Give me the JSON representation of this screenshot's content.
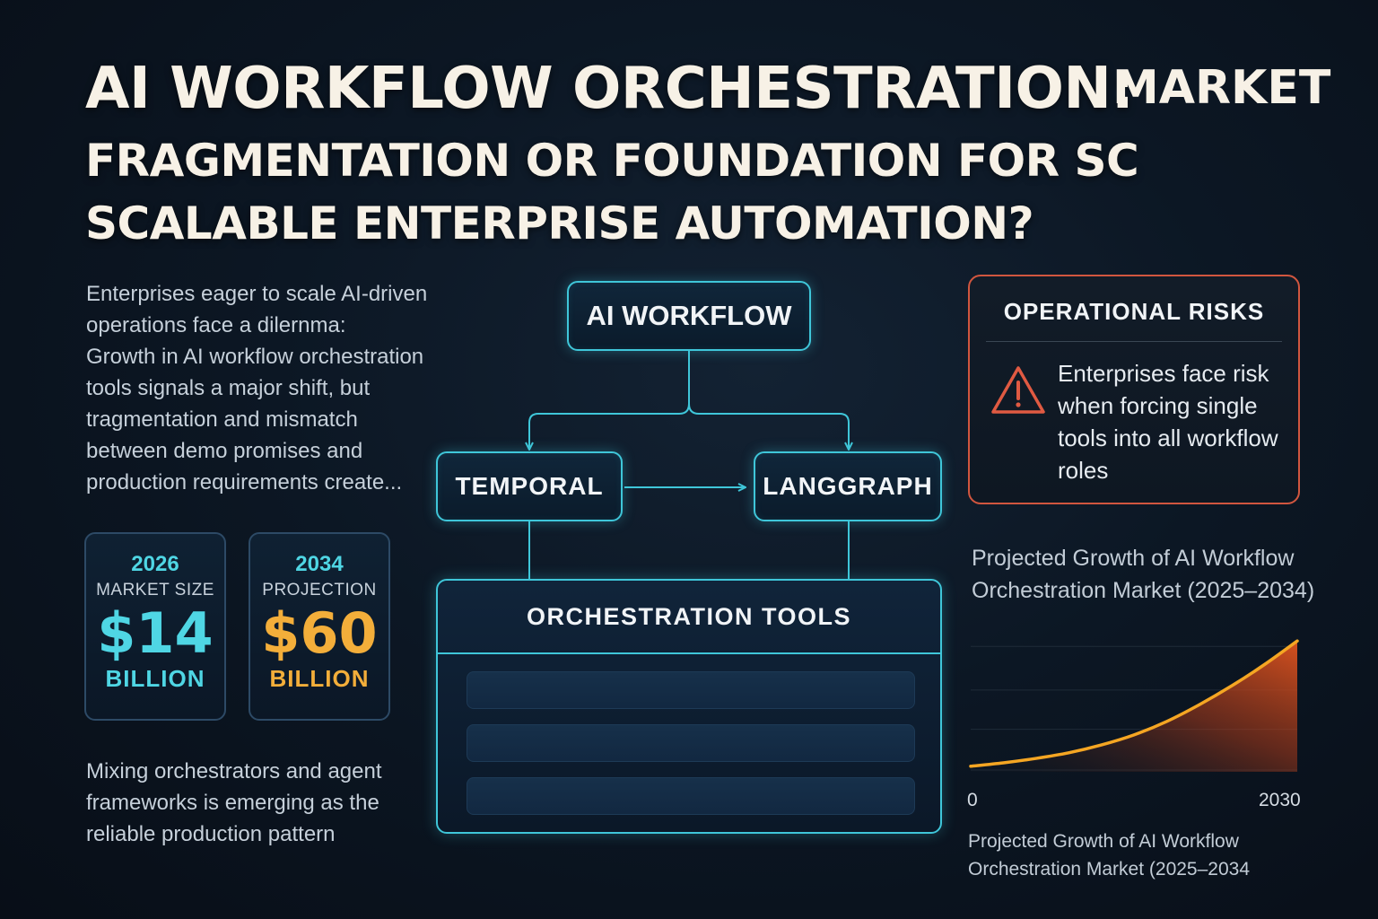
{
  "title": {
    "line1": "AI WORKFLOW ORCHESTRATION:",
    "line1_suffix": "MARKET",
    "line2": "FRAGMENTATION OR FOUNDATION FOR SC",
    "line3": "SCALABLE ENTERPRISE AUTOMATION?"
  },
  "left": {
    "intro_1": "Enterprises eager to scale AI-driven operations face a dilernma:",
    "intro_2": "Growth in AI workflow orchestration tools signals a major shift, but tragmentation and mismatch between demo promises and production requirements create...",
    "stats": [
      {
        "year": "2026",
        "label": "MARKET SIZE",
        "value": "$14",
        "unit": "BILLION"
      },
      {
        "year": "2034",
        "label": "PROJECTION",
        "value": "$60",
        "unit": "BILLION"
      }
    ],
    "outro": "Mixing orchestrators and agent frameworks is emerging as the reliable production pattern"
  },
  "diagram": {
    "top_node": "AI WORKFLOW",
    "left_node": "TEMPORAL",
    "right_node": "LANGGRAPH",
    "panel_title": "ORCHESTRATION TOOLS"
  },
  "risk": {
    "title": "OPERATIONAL RISKS",
    "text": "Enterprises face risk when forcing single tools into all workflow roles",
    "icon": "warning-icon"
  },
  "chart_data": {
    "type": "area",
    "title": "Projected Growth of AI Workflow Orchestration Market (2025–2034)",
    "caption": "Projected Growth of AI Workflow Orchestration Market (2025–2034",
    "x_tick_labels": [
      "0",
      "2030"
    ],
    "x": [
      0,
      0.1,
      0.2,
      0.3,
      0.4,
      0.5,
      0.6,
      0.7,
      0.8,
      0.9,
      1.0
    ],
    "series": [
      {
        "values": [
          5,
          8,
          12,
          17,
          24,
          33,
          45,
          60,
          77,
          96,
          117
        ]
      }
    ],
    "ylim": [
      0,
      130
    ],
    "grid": true,
    "line_color": "#f5a623",
    "fill_color": "#e0541e"
  },
  "colors": {
    "accent": "#3fc6d9",
    "cyan_value": "#4fd6e4",
    "amber_value": "#f3ae3a",
    "risk_border": "#d1563f"
  }
}
